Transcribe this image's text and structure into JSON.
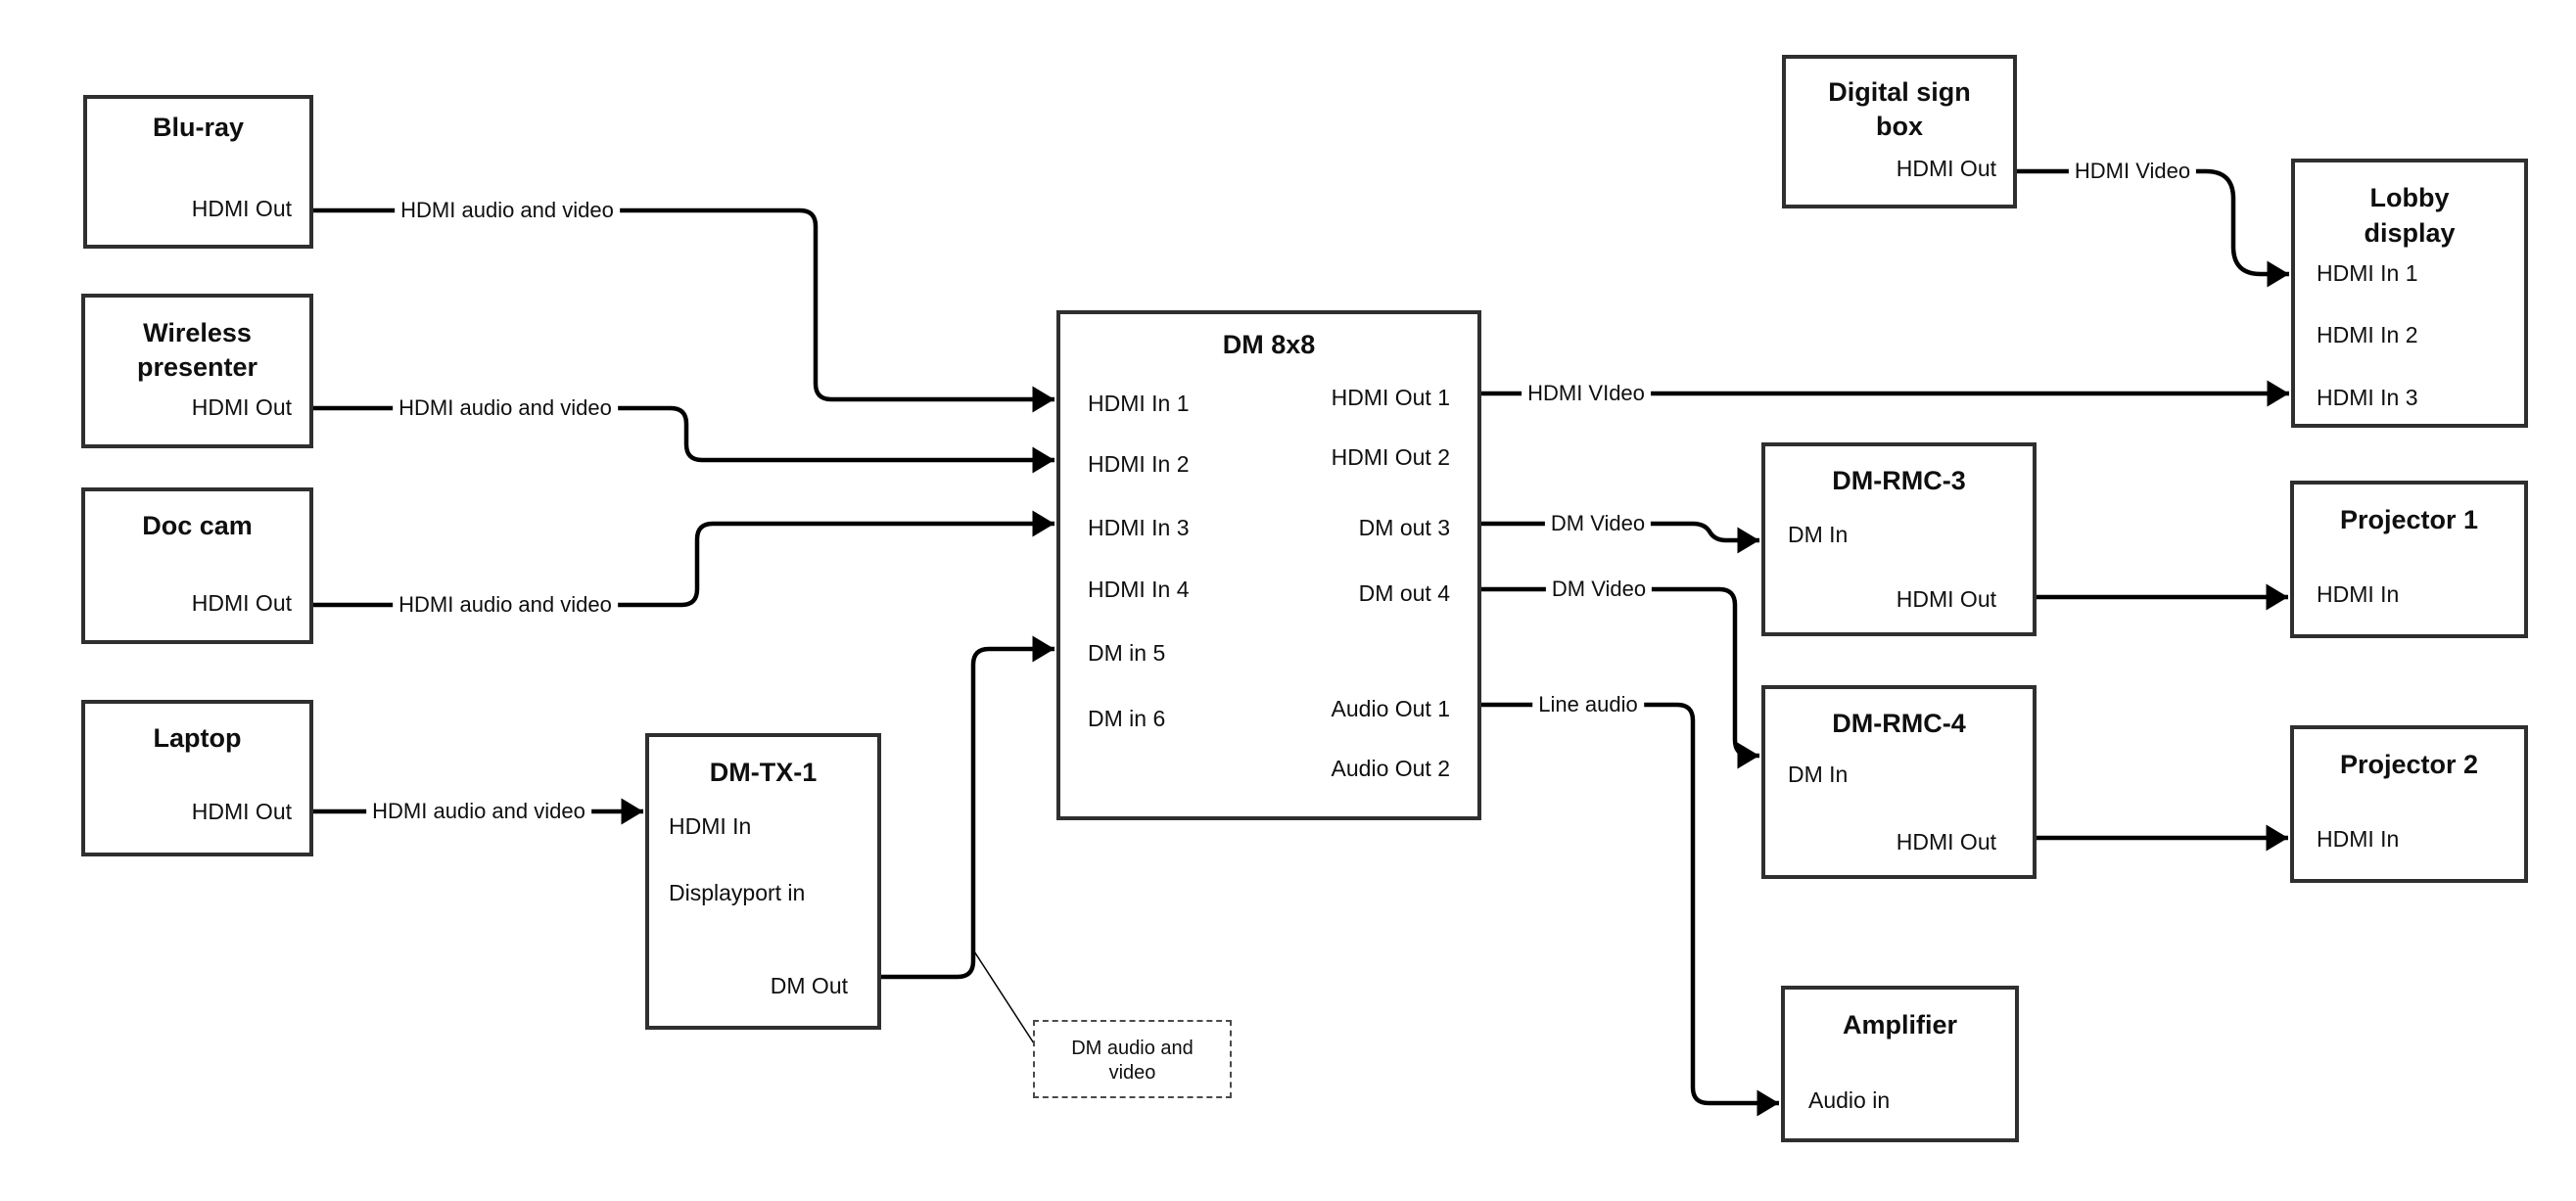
{
  "nodes": {
    "bluray": {
      "title": "Blu-ray",
      "ports": {
        "out": "HDMI Out"
      }
    },
    "wireless_presenter": {
      "title": "Wireless presenter",
      "ports": {
        "out": "HDMI Out"
      }
    },
    "doc_cam": {
      "title": "Doc cam",
      "ports": {
        "out": "HDMI Out"
      }
    },
    "laptop": {
      "title": "Laptop",
      "ports": {
        "out": "HDMI Out"
      }
    },
    "dm_tx_1": {
      "title": "DM-TX-1",
      "ports": {
        "hdmi_in": "HDMI In",
        "displayport_in": "Displayport in",
        "dm_out": "DM Out"
      }
    },
    "dm_8x8": {
      "title": "DM 8x8",
      "inputs": [
        "HDMI In 1",
        "HDMI In 2",
        "HDMI In 3",
        "HDMI In 4",
        "DM in 5",
        "DM in 6"
      ],
      "outputs": [
        "HDMI Out 1",
        "HDMI Out 2",
        "DM out 3",
        "DM out 4",
        "Audio Out 1",
        "Audio Out 2"
      ]
    },
    "digital_sign_box": {
      "title": "Digital sign box",
      "ports": {
        "out": "HDMI Out"
      }
    },
    "lobby_display": {
      "title": "Lobby display",
      "inputs": [
        "HDMI In 1",
        "HDMI In 2",
        "HDMI In 3"
      ]
    },
    "dm_rmc_3": {
      "title": "DM-RMC-3",
      "ports": {
        "dm_in": "DM In",
        "hdmi_out": "HDMI Out"
      }
    },
    "projector_1": {
      "title": "Projector 1",
      "ports": {
        "hdmi_in": "HDMI In"
      }
    },
    "dm_rmc_4": {
      "title": "DM-RMC-4",
      "ports": {
        "dm_in": "DM In",
        "hdmi_out": "HDMI Out"
      }
    },
    "projector_2": {
      "title": "Projector 2",
      "ports": {
        "hdmi_in": "HDMI In"
      }
    },
    "amplifier": {
      "title": "Amplifier",
      "ports": {
        "audio_in": "Audio in"
      }
    }
  },
  "edge_labels": {
    "bluray_to_dm": "HDMI audio and video",
    "wireless_to_dm": "HDMI audio and video",
    "doccam_to_dm": "HDMI audio and video",
    "laptop_to_tx": "HDMI audio and video",
    "hdmi_out_1": "HDMI VIdeo",
    "digital_sign": "HDMI Video",
    "dm_out_3": "DM Video",
    "dm_out_4": "DM Video",
    "audio_out_1": "Line audio"
  },
  "note": {
    "text": "DM audio and video"
  },
  "colors": {
    "line": "#000000",
    "box_border": "#2f2f2f",
    "text": "#0f0f0f",
    "background": "#ffffff"
  }
}
